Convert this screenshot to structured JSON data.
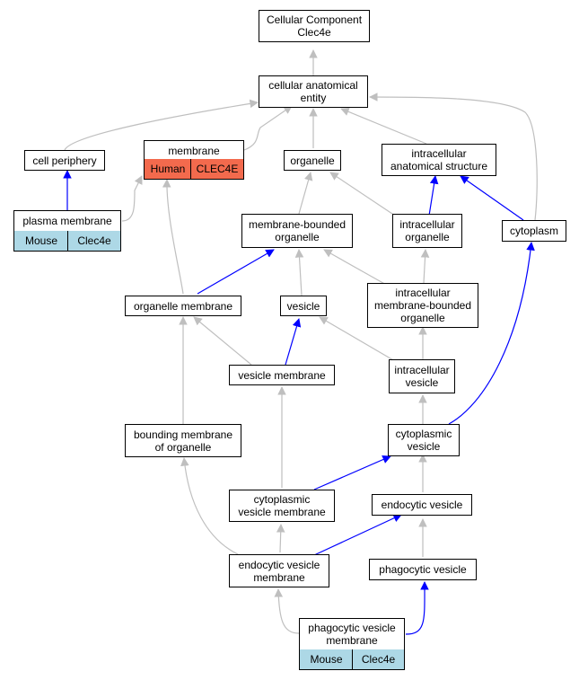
{
  "colors": {
    "is_a_edge": "#bfbfbf",
    "part_of_edge": "#0000ff",
    "human_cell": "#f36a4d",
    "mouse_cell": "#add8e6"
  },
  "nodes": {
    "root": "Cellular Component\nClec4e",
    "cae": "cellular anatomical\nentity",
    "periphery": "cell periphery",
    "membrane": "membrane",
    "membrane_species": "Human",
    "membrane_gene": "CLEC4E",
    "organelle": "organelle",
    "intracellular_structure": "intracellular\nanatomical structure",
    "plasma_membrane": "plasma membrane",
    "plasma_species": "Mouse",
    "plasma_gene": "Clec4e",
    "mb_organelle": "membrane-bounded\norganelle",
    "ic_organelle": "intracellular\norganelle",
    "cytoplasm": "cytoplasm",
    "organelle_membrane": "organelle membrane",
    "vesicle": "vesicle",
    "ic_mb_organelle": "intracellular\nmembrane-bounded\norganelle",
    "vesicle_membrane": "vesicle membrane",
    "ic_vesicle": "intracellular\nvesicle",
    "bounding_membrane": "bounding membrane\nof organelle",
    "cyto_vesicle": "cytoplasmic\nvesicle",
    "cyto_vesicle_membrane": "cytoplasmic\nvesicle membrane",
    "endocytic_vesicle": "endocytic vesicle",
    "endo_vesicle_membrane": "endocytic vesicle\nmembrane",
    "phagocytic_vesicle": "phagocytic vesicle",
    "phago_vesicle_membrane": "phagocytic vesicle\nmembrane",
    "phago_species": "Mouse",
    "phago_gene": "Clec4e"
  }
}
